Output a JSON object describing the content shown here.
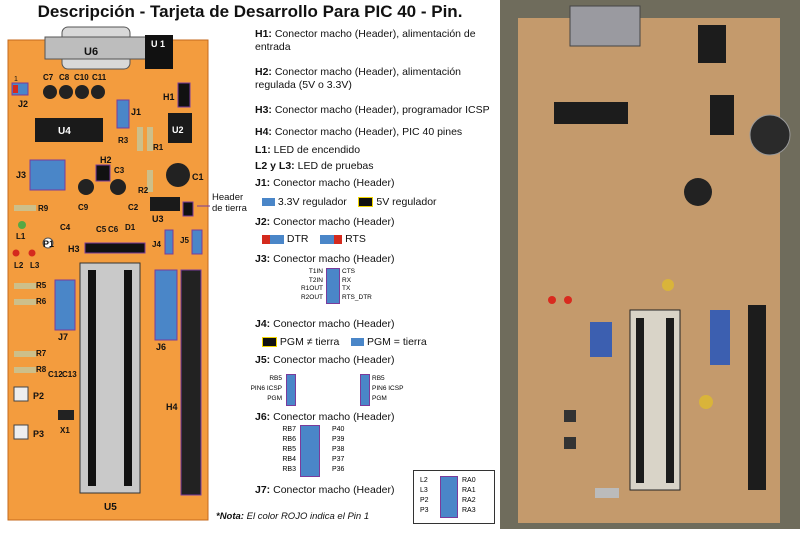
{
  "title": "Descripción - Tarjeta de Desarrollo Para PIC 40 - Pin.",
  "board": {
    "components": {
      "U6": "U6",
      "U1": "U 1",
      "J2": "J2",
      "C7": "C7",
      "C8": "C8",
      "C10": "C10",
      "C11": "C11",
      "H1": "H1",
      "U4": "U4",
      "J1": "J1",
      "U2": "U2",
      "R3": "R3",
      "R1": "R1",
      "J3": "J3",
      "H2": "H2",
      "C3": "C3",
      "C1": "C1",
      "C9": "C9",
      "C2": "C2",
      "R2": "R2",
      "U3": "U3",
      "R9": "R9",
      "C4": "C4",
      "C5": "C5",
      "C6": "C6",
      "D1": "D1",
      "J5": "J5",
      "L1": "L1",
      "P1": "P1",
      "L2": "L2",
      "L3": "L3",
      "J4": "J4",
      "H3": "H3",
      "R5": "R5",
      "R6": "R6",
      "J7": "J7",
      "J6": "J6",
      "R7": "R7",
      "R8": "R8",
      "C12": "C12",
      "C13": "C13",
      "P2": "P2",
      "H4": "H4",
      "X1": "X1",
      "P3": "P3",
      "U5": "U5",
      "pin1": "1"
    },
    "header_tierra": "Header\nde tierra"
  },
  "descriptions": {
    "H1": {
      "key": "H1:",
      "text": "Conector macho (Header), alimentación de entrada"
    },
    "H2": {
      "key": "H2:",
      "text": "Conector macho (Header), alimentación regulada (5V o 3.3V)"
    },
    "H3": {
      "key": "H3:",
      "text": "Conector macho (Header), programador ICSP"
    },
    "H4": {
      "key": "H4:",
      "text": "Conector macho (Header), PIC 40 pines"
    },
    "L1": {
      "key": "L1:",
      "text": "LED de encendido"
    },
    "L23": {
      "key": "L2 y L3:",
      "text": "LED de pruebas"
    },
    "J1": {
      "key": "J1:",
      "text": "Conector macho (Header)"
    },
    "J1_opt1": "3.3V regulador",
    "J1_opt2": "5V regulador",
    "J2": {
      "key": "J2:",
      "text": "Conector macho (Header)"
    },
    "J2_opt1": "DTR",
    "J2_opt2": "RTS",
    "J3": {
      "key": "J3:",
      "text": "Conector macho (Header)"
    },
    "J3_left": [
      "T1IN",
      "T2IN",
      "R1OUT",
      "R2OUT"
    ],
    "J3_right": [
      "CTS",
      "RX",
      "TX",
      "RTS_DTR"
    ],
    "J4": {
      "key": "J4:",
      "text": "Conector macho (Header)"
    },
    "J4_opt1": "PGM ≠ tierra",
    "J4_opt2": "PGM = tierra",
    "J5": {
      "key": "J5:",
      "text": "Conector macho (Header)"
    },
    "J5_pins": [
      "RB5",
      "PIN6 ICSP",
      "PGM"
    ],
    "J6": {
      "key": "J6:",
      "text": "Conector macho (Header)"
    },
    "J6_left": [
      "RB7",
      "RB6",
      "RB5",
      "RB4",
      "RB3"
    ],
    "J6_right": [
      "P40",
      "P39",
      "P38",
      "P37",
      "P36"
    ],
    "J7": {
      "key": "J7:",
      "text": "Conector macho (Header)"
    },
    "J7_left": [
      "L2",
      "L3",
      "P2",
      "P3"
    ],
    "J7_right": [
      "RA0",
      "RA1",
      "RA2",
      "RA3"
    ],
    "note_key": "*Nota:",
    "note_text": "El color ROJO indica el Pin 1"
  },
  "colors": {
    "board": "#f39c3e",
    "header_blue": "#4a86c8",
    "purple": "#7a3b9a",
    "pin1_red": "#d42a1e"
  }
}
